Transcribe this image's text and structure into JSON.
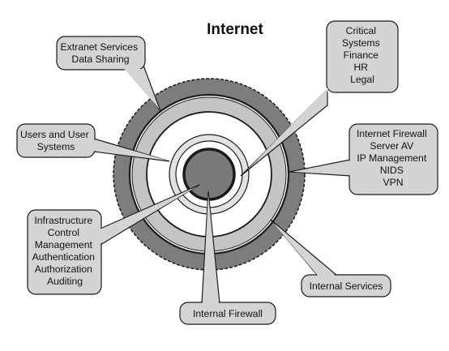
{
  "title": "Internet",
  "colors": {
    "outer_ring": "#7d7d7d",
    "mid_ring": "#c4c4c4",
    "inner_white": "#ffffff",
    "core": "#7a7a7a",
    "callout_fill": "#d4d4d4",
    "stroke": "#1a1a1a"
  },
  "callouts": {
    "extranet": {
      "lines": [
        "Extranet Services",
        "Data Sharing"
      ]
    },
    "users": {
      "lines": [
        "Users and User",
        "Systems"
      ]
    },
    "infrastructure": {
      "lines": [
        "Infrastructure",
        "Control",
        "Management",
        "Authentication",
        "Authorization",
        "Auditing"
      ]
    },
    "critical": {
      "lines": [
        "Critical",
        "Systems",
        "Finance",
        "HR",
        "Legal"
      ]
    },
    "perimeter": {
      "lines": [
        "Internet Firewall",
        "Server AV",
        "IP Management",
        "NIDS",
        "VPN"
      ]
    },
    "internal_services": {
      "lines": [
        "Internal Services"
      ]
    },
    "internal_firewall": {
      "lines": [
        "Internal Firewall"
      ]
    }
  }
}
